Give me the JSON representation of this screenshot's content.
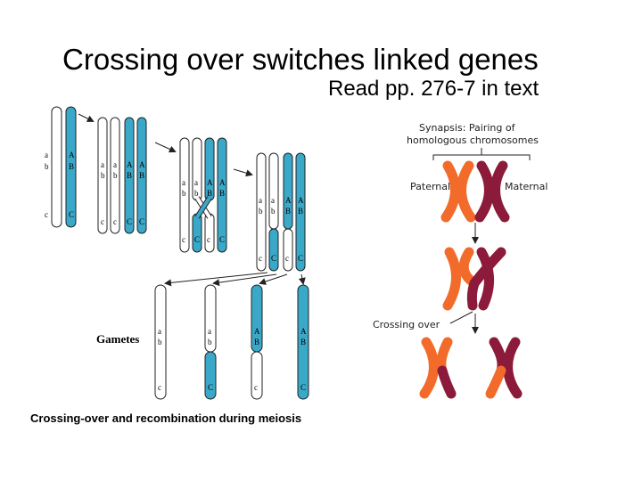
{
  "slide": {
    "title": "Crossing over switches linked genes",
    "subtitle": "Read pp. 276-7 in text"
  },
  "left_figure": {
    "gametes_label": "Gametes",
    "caption": "Crossing-over and recombination during meiosis",
    "gene_labels": {
      "a": "a",
      "b": "b",
      "c": "c",
      "A": "A",
      "B": "B",
      "C": "C"
    },
    "colors": {
      "white_chromatid": "#ffffff",
      "blue_chromatid": "#3aa8c8",
      "outline": "#222222"
    }
  },
  "right_figure": {
    "synapsis_line1": "Synapsis: Pairing of",
    "synapsis_line2": "homologous chromosomes",
    "paternal_label": "Paternal",
    "maternal_label": "Maternal",
    "crossing_over_label": "Crossing over",
    "colors": {
      "paternal": "#f26b2a",
      "maternal": "#8c1a3a"
    }
  }
}
